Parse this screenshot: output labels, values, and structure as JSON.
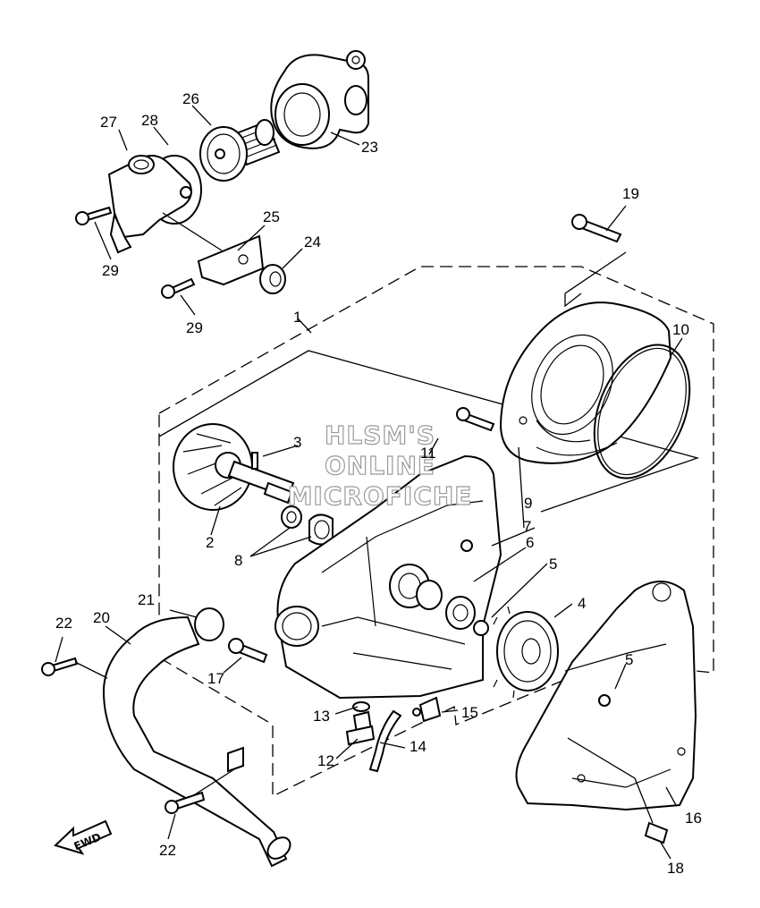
{
  "diagram": {
    "watermark": [
      "HLSM'S",
      "ONLINE",
      "MICROFICHE"
    ],
    "direction_label": "FWD",
    "callouts": [
      {
        "id": "1",
        "label": "1"
      },
      {
        "id": "2",
        "label": "2"
      },
      {
        "id": "3",
        "label": "3"
      },
      {
        "id": "4",
        "label": "4"
      },
      {
        "id": "5a",
        "label": "5"
      },
      {
        "id": "5b",
        "label": "5"
      },
      {
        "id": "6",
        "label": "6"
      },
      {
        "id": "7",
        "label": "7"
      },
      {
        "id": "8",
        "label": "8"
      },
      {
        "id": "9",
        "label": "9"
      },
      {
        "id": "10",
        "label": "10"
      },
      {
        "id": "11",
        "label": "11"
      },
      {
        "id": "12",
        "label": "12"
      },
      {
        "id": "13",
        "label": "13"
      },
      {
        "id": "14",
        "label": "14"
      },
      {
        "id": "15",
        "label": "15"
      },
      {
        "id": "16",
        "label": "16"
      },
      {
        "id": "17",
        "label": "17"
      },
      {
        "id": "18",
        "label": "18"
      },
      {
        "id": "19",
        "label": "19"
      },
      {
        "id": "20",
        "label": "20"
      },
      {
        "id": "21",
        "label": "21"
      },
      {
        "id": "22a",
        "label": "22"
      },
      {
        "id": "22b",
        "label": "22"
      },
      {
        "id": "23",
        "label": "23"
      },
      {
        "id": "24",
        "label": "24"
      },
      {
        "id": "25",
        "label": "25"
      },
      {
        "id": "26",
        "label": "26"
      },
      {
        "id": "27",
        "label": "27"
      },
      {
        "id": "28",
        "label": "28"
      },
      {
        "id": "29a",
        "label": "29"
      },
      {
        "id": "29b",
        "label": "29"
      }
    ]
  }
}
